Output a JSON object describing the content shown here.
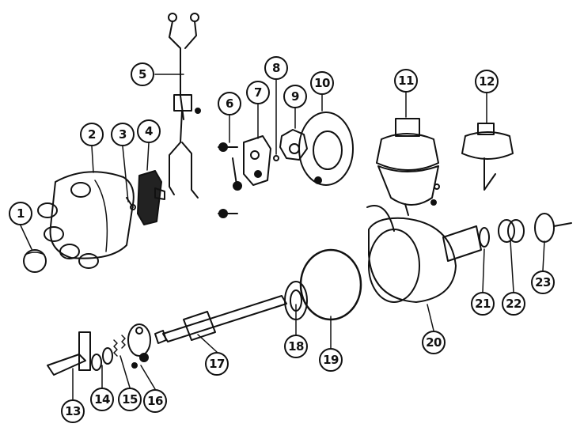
{
  "diagram": {
    "type": "exploded-parts-view",
    "line_color": "#111111",
    "background": "#ffffff"
  },
  "callouts": [
    {
      "num": "1"
    },
    {
      "num": "2"
    },
    {
      "num": "3"
    },
    {
      "num": "4"
    },
    {
      "num": "5"
    },
    {
      "num": "6"
    },
    {
      "num": "7"
    },
    {
      "num": "8"
    },
    {
      "num": "9"
    },
    {
      "num": "10"
    },
    {
      "num": "11"
    },
    {
      "num": "12"
    },
    {
      "num": "13"
    },
    {
      "num": "14"
    },
    {
      "num": "15"
    },
    {
      "num": "16"
    },
    {
      "num": "17"
    },
    {
      "num": "18"
    },
    {
      "num": "19"
    },
    {
      "num": "20"
    },
    {
      "num": "21"
    },
    {
      "num": "22"
    },
    {
      "num": "23"
    }
  ]
}
